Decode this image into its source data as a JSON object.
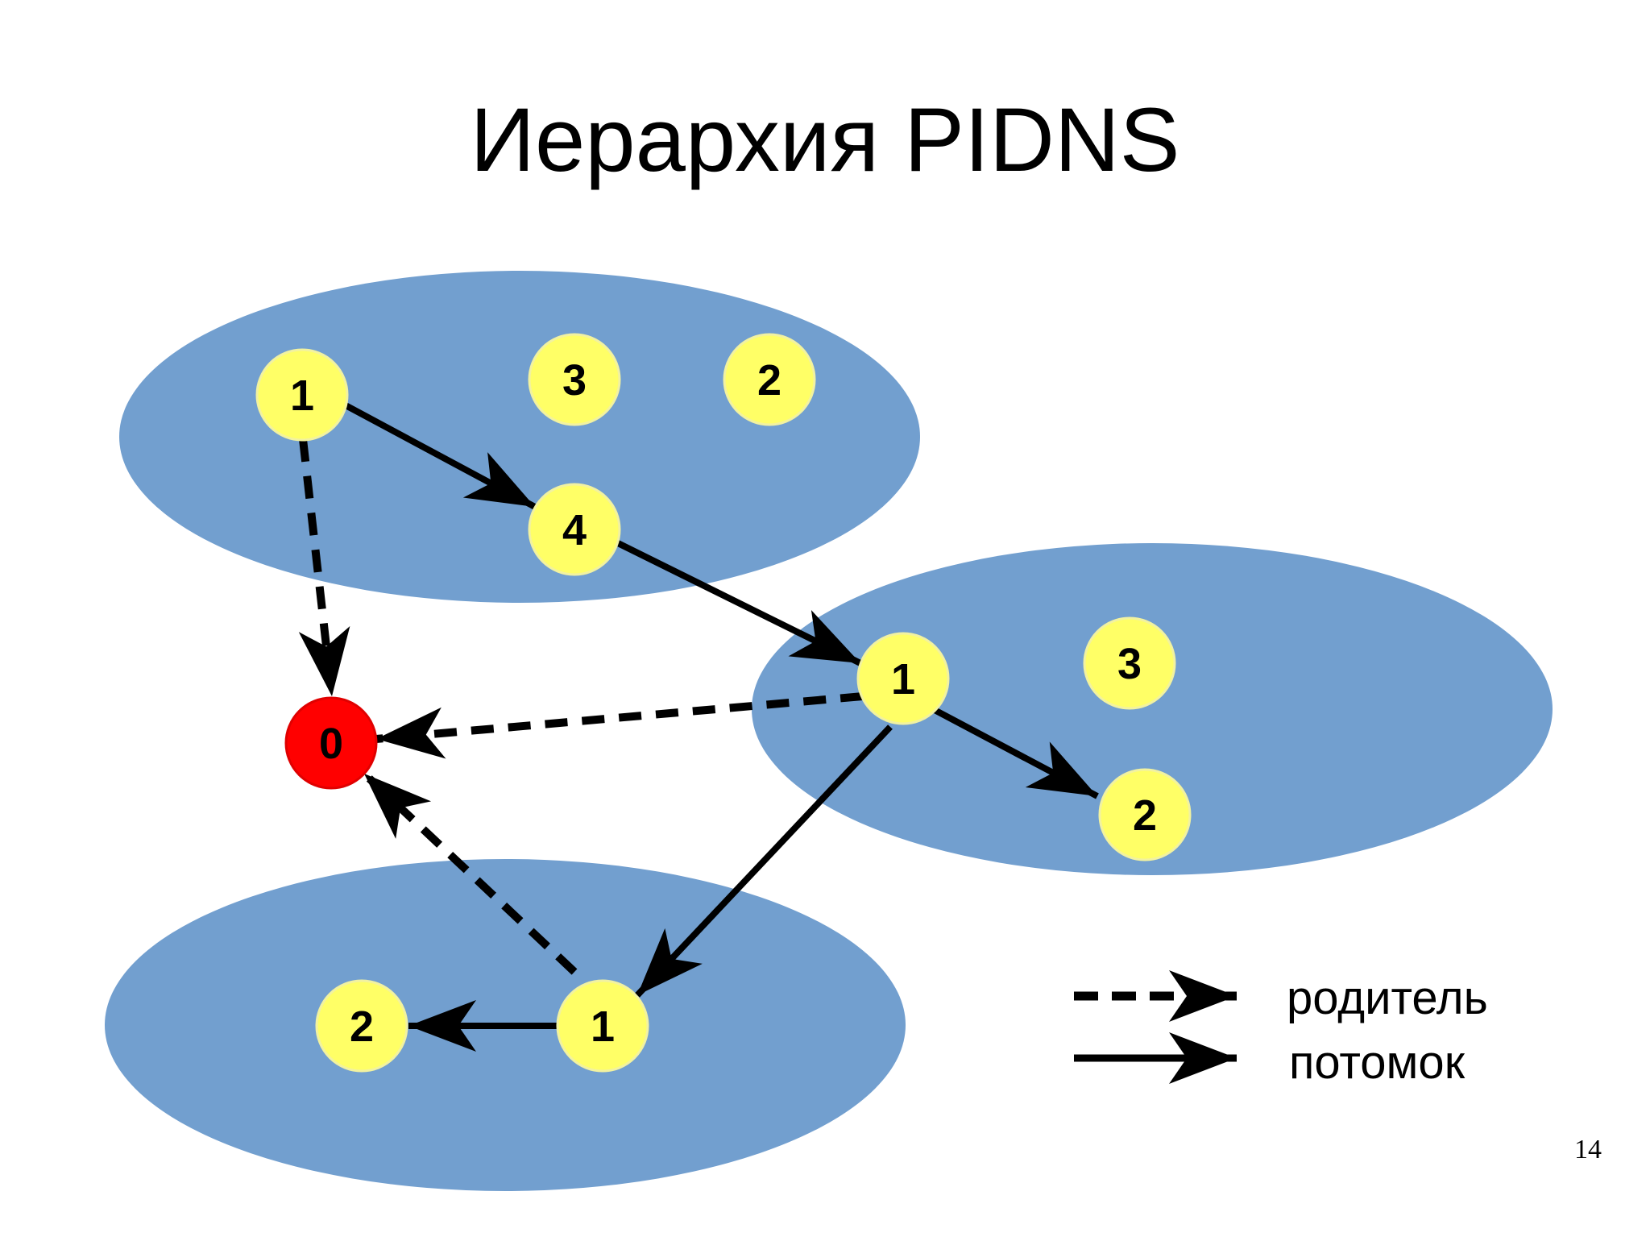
{
  "title": "Иерархия PIDNS",
  "page_number": "14",
  "colors": {
    "namespace": "#729fcf",
    "pid": "#ffff66",
    "pid_border": "#f2f2a0",
    "init": "#ff0000",
    "arrow": "#000000"
  },
  "namespaces": [
    "top",
    "right",
    "bottom"
  ],
  "nodes": {
    "root": "0",
    "top_1": "1",
    "top_3": "3",
    "top_2": "2",
    "top_4": "4",
    "right_1": "1",
    "right_3": "3",
    "right_2": "2",
    "bottom_1": "1",
    "bottom_2": "2"
  },
  "edges": [
    {
      "from": "top_1",
      "to": "top_4",
      "kind": "child"
    },
    {
      "from": "top_4",
      "to": "right_1",
      "kind": "child"
    },
    {
      "from": "right_1",
      "to": "right_2",
      "kind": "child"
    },
    {
      "from": "right_1",
      "to": "bottom_1",
      "kind": "child"
    },
    {
      "from": "bottom_1",
      "to": "bottom_2",
      "kind": "child"
    },
    {
      "from": "top_1",
      "to": "root",
      "kind": "parent"
    },
    {
      "from": "right_1",
      "to": "root",
      "kind": "parent"
    },
    {
      "from": "bottom_1",
      "to": "root",
      "kind": "parent"
    }
  ],
  "legend": {
    "parent_label": "родитель",
    "child_label": "потомок"
  }
}
